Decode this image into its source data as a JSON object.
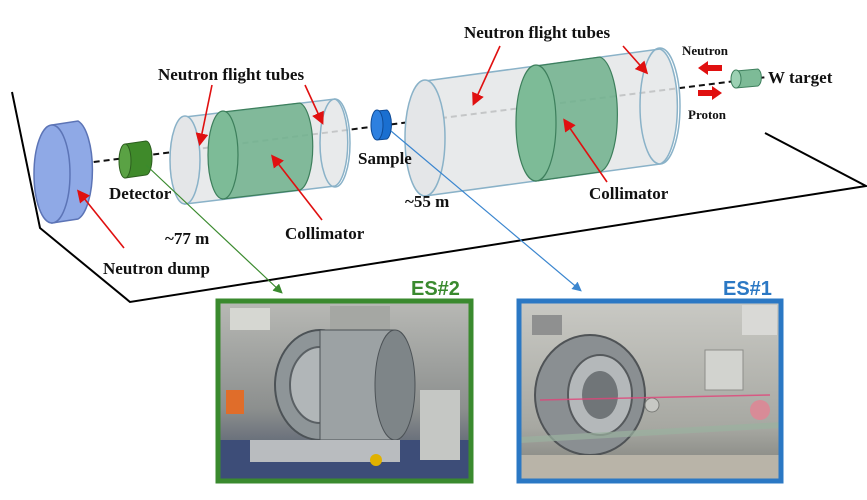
{
  "labels": {
    "tubes_left": "Neutron flight tubes",
    "tubes_right": "Neutron flight tubes",
    "neutron": "Neutron",
    "proton": "Proton",
    "w_target": "W target",
    "detector": "Detector",
    "sample": "Sample",
    "collimator_left": "Collimator",
    "collimator_right": "Collimator",
    "dist_77": "~77 m",
    "dist_55": "~55 m",
    "neutron_dump": "Neutron dump",
    "es2": "ES#2",
    "es1": "ES#1"
  },
  "colors": {
    "es2_frame": "#3a8a2e",
    "es1_frame": "#2b78c4",
    "arrow_red": "#e01010",
    "dump_fill": "#8fa9e6",
    "collimator_fill": "#6fb08c",
    "tube_fill": "#e4e6e8",
    "sample_fill": "#1a6fd0",
    "detector_fill": "#3f8a2a"
  }
}
